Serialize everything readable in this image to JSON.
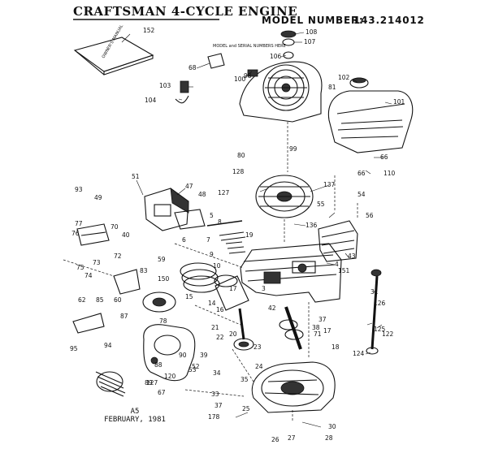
{
  "header": {
    "title": "CRAFTSMAN 4-CYCLE ENGINE",
    "model_label": "MODEL NUMBER:",
    "model_number": "143.214012"
  },
  "footer": {
    "code": "A5",
    "date": "FEBRUARY, 1981"
  },
  "manual_text": "MODEL and SERIAL NUMBERS HERE",
  "book_text": "OWNER'S MANUAL",
  "part_numbers": [
    "152",
    "108",
    "107",
    "106",
    "68",
    "100",
    "98",
    "102",
    "81",
    "101",
    "103",
    "104",
    "66",
    "99",
    "66",
    "110",
    "80",
    "128",
    "127",
    "137",
    "51",
    "47",
    "48",
    "49",
    "93",
    "77",
    "76",
    "70",
    "40",
    "5",
    "8",
    "19",
    "55",
    "54",
    "56",
    "6",
    "136",
    "7",
    "43",
    "4",
    "9",
    "10",
    "72",
    "75",
    "73",
    "59",
    "83",
    "151",
    "74",
    "150",
    "62",
    "85",
    "60",
    "15",
    "14",
    "16",
    "17",
    "3",
    "42",
    "31",
    "126",
    "37",
    "125",
    "122",
    "87",
    "78",
    "21",
    "38",
    "71",
    "20",
    "22",
    "23",
    "17",
    "18",
    "124",
    "95",
    "94",
    "39",
    "90",
    "88",
    "127",
    "120",
    "53",
    "52",
    "34",
    "35",
    "24",
    "89",
    "67",
    "33",
    "37",
    "25",
    "178",
    "26",
    "27",
    "28",
    "30"
  ]
}
